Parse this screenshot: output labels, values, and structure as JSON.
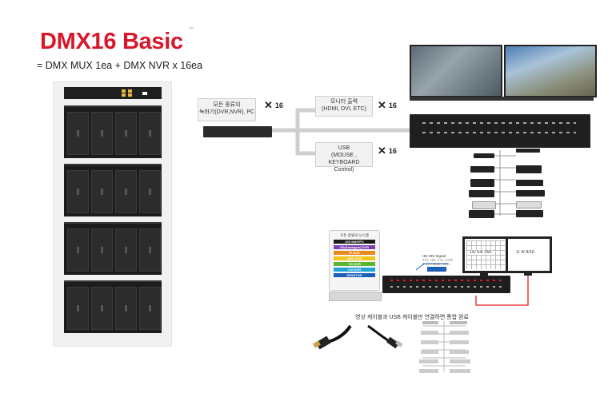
{
  "header": {
    "title": "DMX16 Basic",
    "trademark": "™",
    "subtitle": "= DMX MUX 1ea + DMX NVR x 16ea"
  },
  "inputs": {
    "recorders_label_line1": "모든 종류의",
    "recorders_label_line2": "녹화기(DVR,NVR), PC",
    "recorders_count": "16",
    "monitor_label_line1": "모니터 출력",
    "monitor_label_line2": "(HDMI, DVI, ETC)",
    "monitor_count": "16",
    "usb_label_line1": "USB",
    "usb_label_line2": "(MOUSE , KEYBOARD",
    "usb_label_line3": "Control)",
    "usb_count": "16",
    "multiplier": "✕"
  },
  "bottom": {
    "system_box_title": "모든 종류의 시스템",
    "system_items": [
      {
        "label": "GIS MAP/PC",
        "color": "#1a1a1a"
      },
      {
        "label": "SD(Analogue) DVR",
        "color": "#7a3fb0"
      },
      {
        "label": "IP NVR",
        "color": "#e88a1a"
      },
      {
        "label": "AHD DVR",
        "color": "#f0c419"
      },
      {
        "label": "TVI DVR",
        "color": "#5cb531"
      },
      {
        "label": "CVI DVR",
        "color": "#1fa3d9"
      },
      {
        "label": "DESKTOP",
        "color": "#1b5fb8"
      }
    ],
    "hd_sdi_line1": "HD SDI Signal",
    "hd_sdi_line2": "TVI, HD, CVI, CVR",
    "hd_sdi_line3": "1 LV, HDMI, VGA",
    "monitor_a_text": "16/ 64/ 256",
    "monitor_b_text": "1/ 4/ 9/16",
    "cable_caption": "영상 케이블과 USB 케이블만 연결하면 통합 완료"
  },
  "colors": {
    "brand_red": "#d7172a",
    "link_red": "#e02020"
  }
}
